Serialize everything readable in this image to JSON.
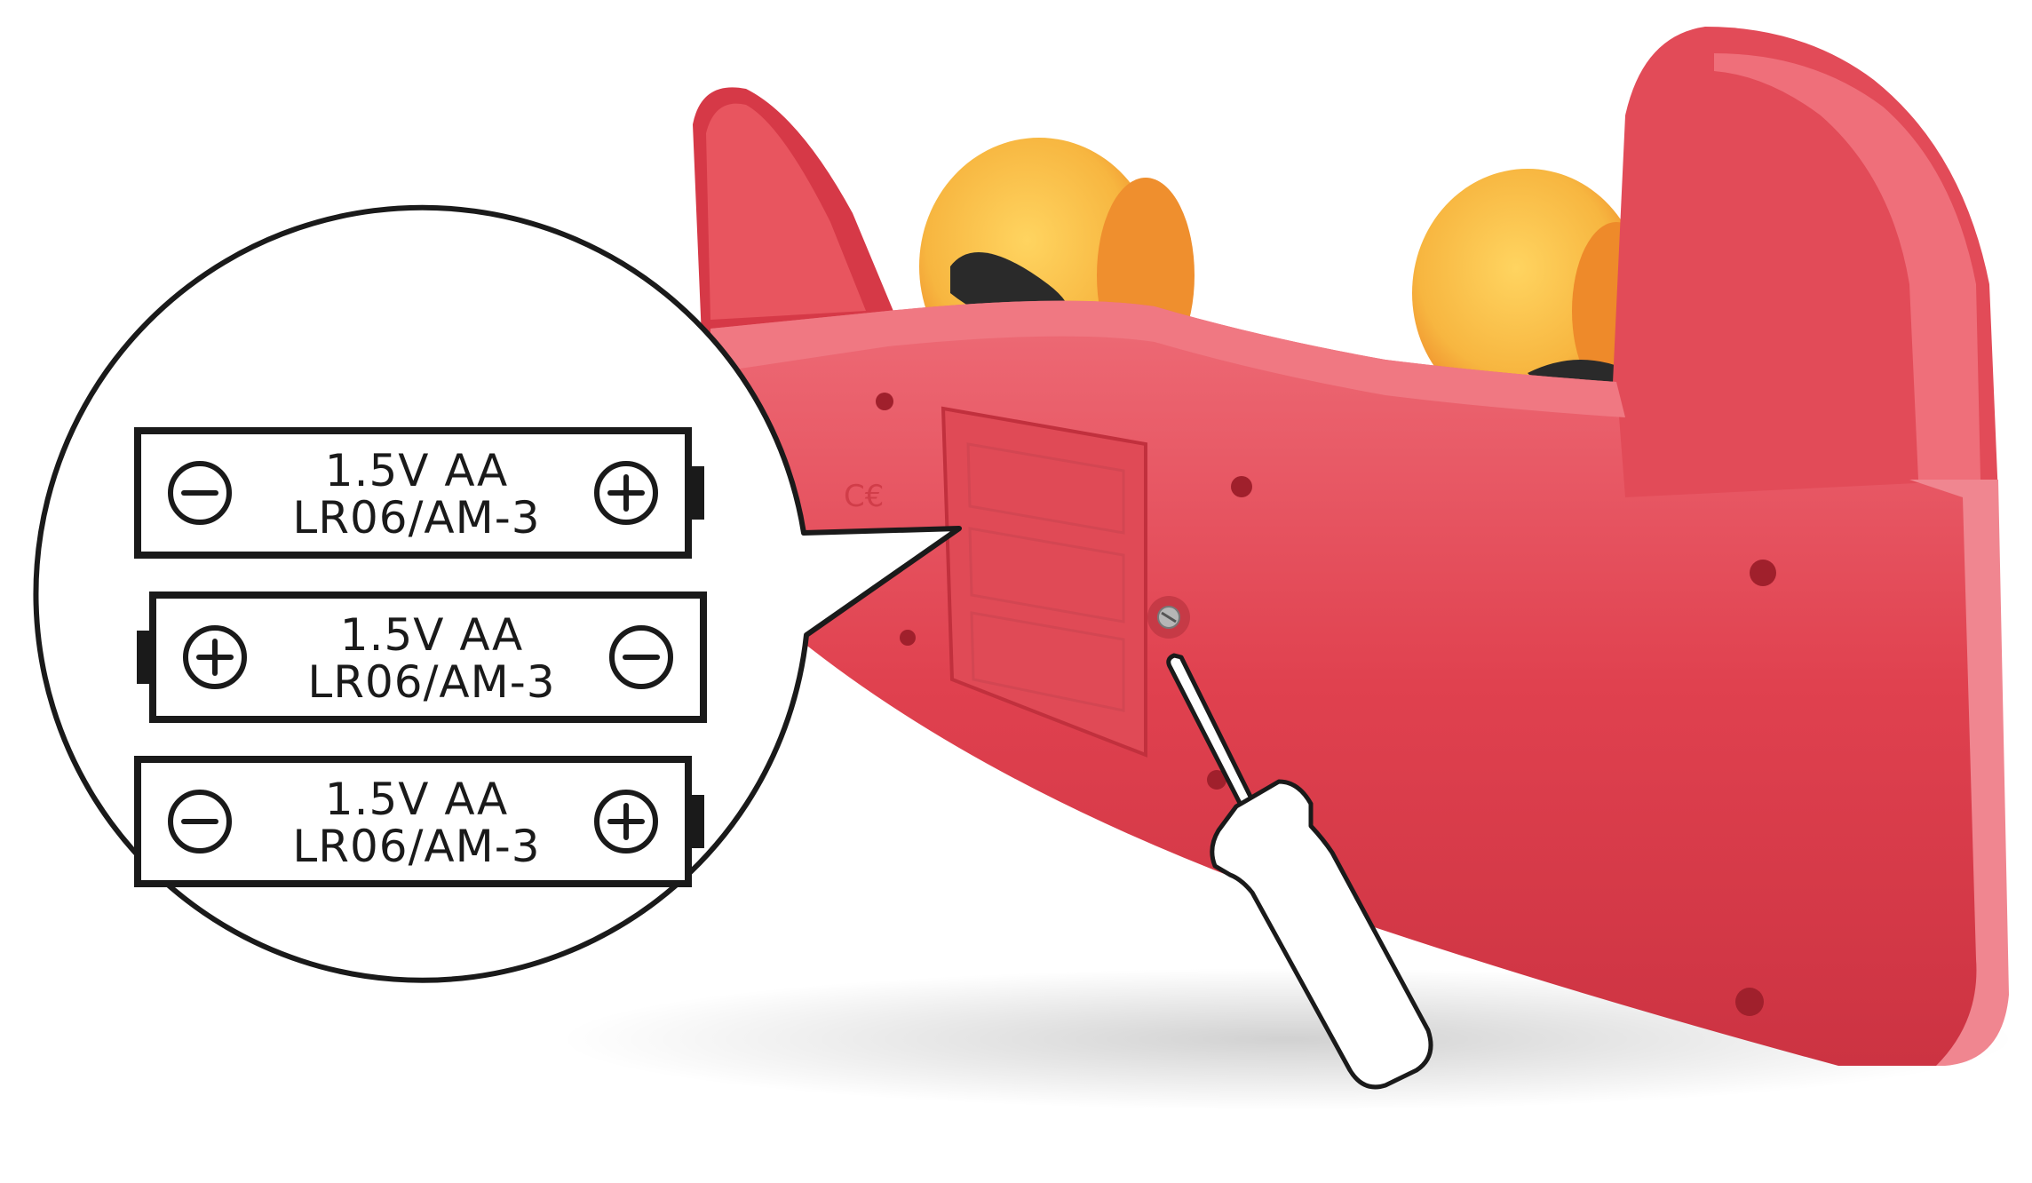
{
  "batteries": [
    {
      "voltage_type": "1.5V  AA",
      "model": "LR06/AM-3",
      "left_terminal": "minus-icon",
      "right_terminal": "plus-icon",
      "nub_side": "right"
    },
    {
      "voltage_type": "1.5V  AA",
      "model": "LR06/AM-3",
      "left_terminal": "plus-icon",
      "right_terminal": "minus-icon",
      "nub_side": "left"
    },
    {
      "voltage_type": "1.5V  AA",
      "model": "LR06/AM-3",
      "left_terminal": "minus-icon",
      "right_terminal": "plus-icon",
      "nub_side": "right"
    }
  ],
  "colors": {
    "toy_body": "#e0414f",
    "toy_body_light": "#ec6570",
    "toy_body_dark": "#b82c3a",
    "wheel": "#f7b640",
    "wheel_dark": "#ee8a2a",
    "outline": "#1a1a1a",
    "background": "#ffffff"
  },
  "icons": [
    "screwdriver-icon",
    "magnifier-callout",
    "battery-compartment-cover",
    "screw-icon"
  ]
}
